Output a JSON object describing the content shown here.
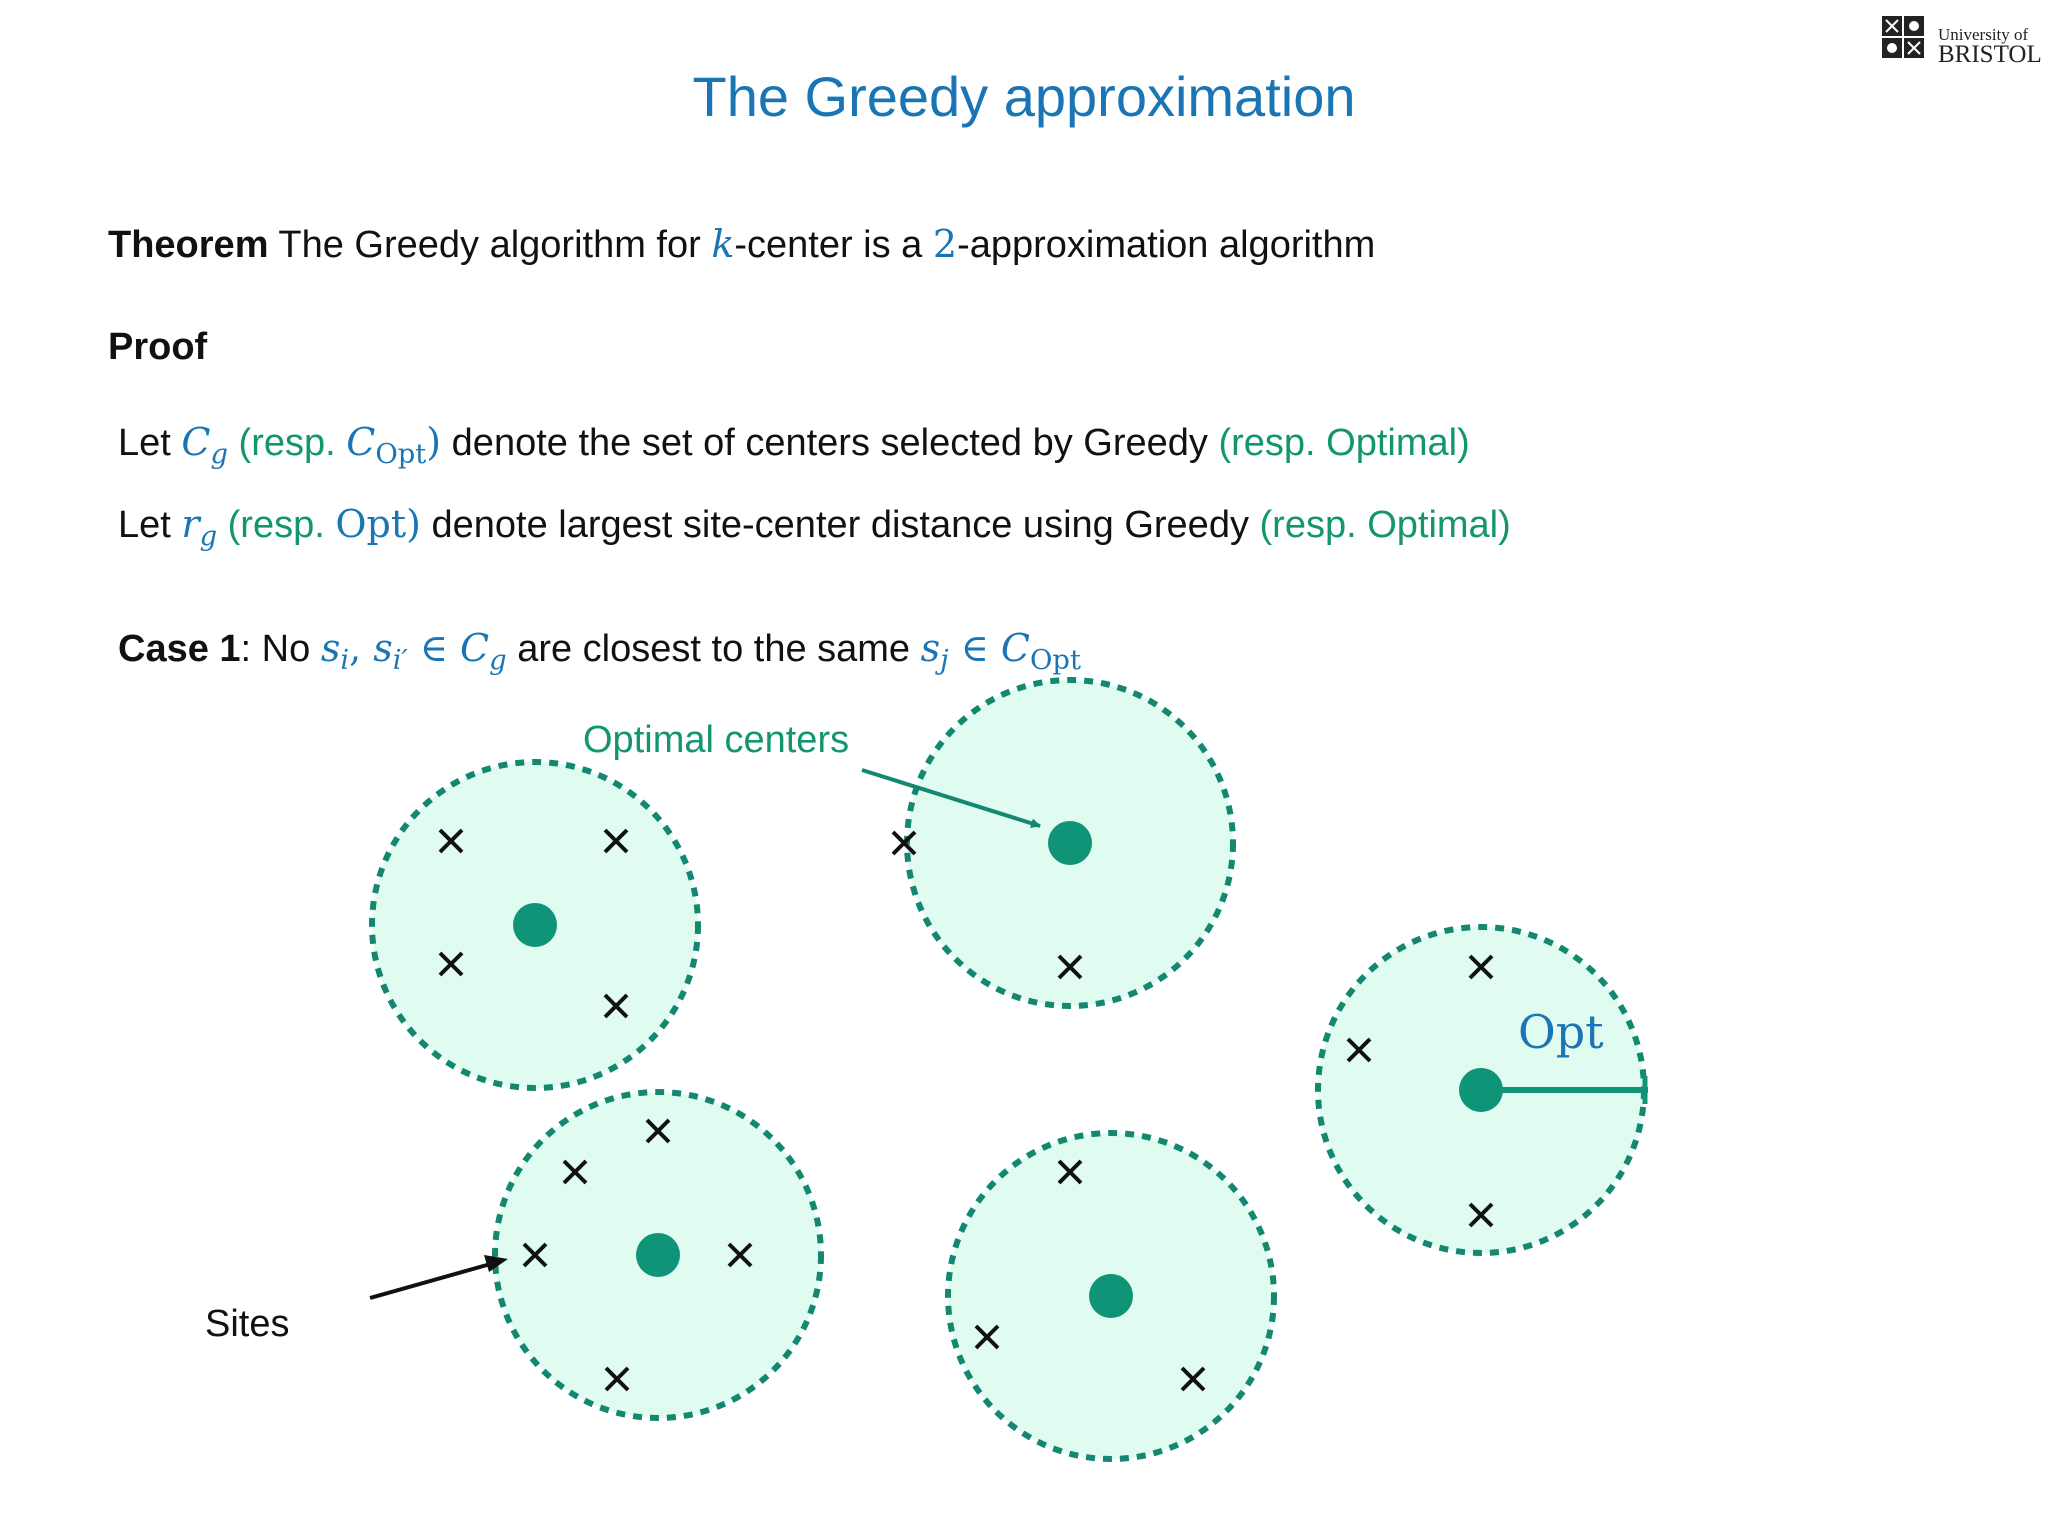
{
  "slide": {
    "title": "The Greedy approximation",
    "logo": {
      "line1": "University of",
      "line2": "BRISTOL"
    }
  },
  "theorem": {
    "label": "Theorem",
    "text_1": "The Greedy algorithm for",
    "math_k": "k",
    "text_2": "-center is a",
    "math_2": "2",
    "text_3": "-approximation algorithm"
  },
  "proof": {
    "label": "Proof"
  },
  "let_line_1": {
    "text_let": "Let",
    "math_C": "C",
    "math_g": "g",
    "text_resp_open": "(resp.",
    "math_C2": "C",
    "math_opt": "Opt",
    "paren_close": ")",
    "text_main": "denote the set of centers selected by Greedy",
    "text_resp_opt": "(resp. Optimal)"
  },
  "let_line_2": {
    "text_let": "Let",
    "math_r": "r",
    "math_g": "g",
    "text_resp_open": "(resp.",
    "math_opt": "Opt",
    "paren_close": ")",
    "text_main": "denote largest site-center distance using Greedy",
    "text_resp_opt": "(resp. Optimal)"
  },
  "case1": {
    "label": "Case 1",
    "colon_no": ": No",
    "math_left": "s",
    "sub_i": "i",
    "comma": ", ",
    "math_left2": "s",
    "sub_i2": "i′",
    "elem": " ∈ ",
    "math_C": "C",
    "sub_g": "g",
    "text_mid": "are closest to the same",
    "math_s": "s",
    "sub_j": "j",
    "elem2": " ∈ ",
    "math_C2": "C",
    "sub_opt": "Opt"
  },
  "diagram": {
    "optimal_centers_label": "Optimal centers",
    "sites_label": "Sites",
    "opt_label": "Opt",
    "colors": {
      "circle_fill": "#e0fbf0",
      "circle_stroke": "#13876f",
      "center_dot": "#0f9478",
      "label_green": "#13966f",
      "opt_blue": "#1a75b4",
      "title_blue": "#1a75b4"
    },
    "site_marker": "cross",
    "center_marker": "filled-circle"
  }
}
